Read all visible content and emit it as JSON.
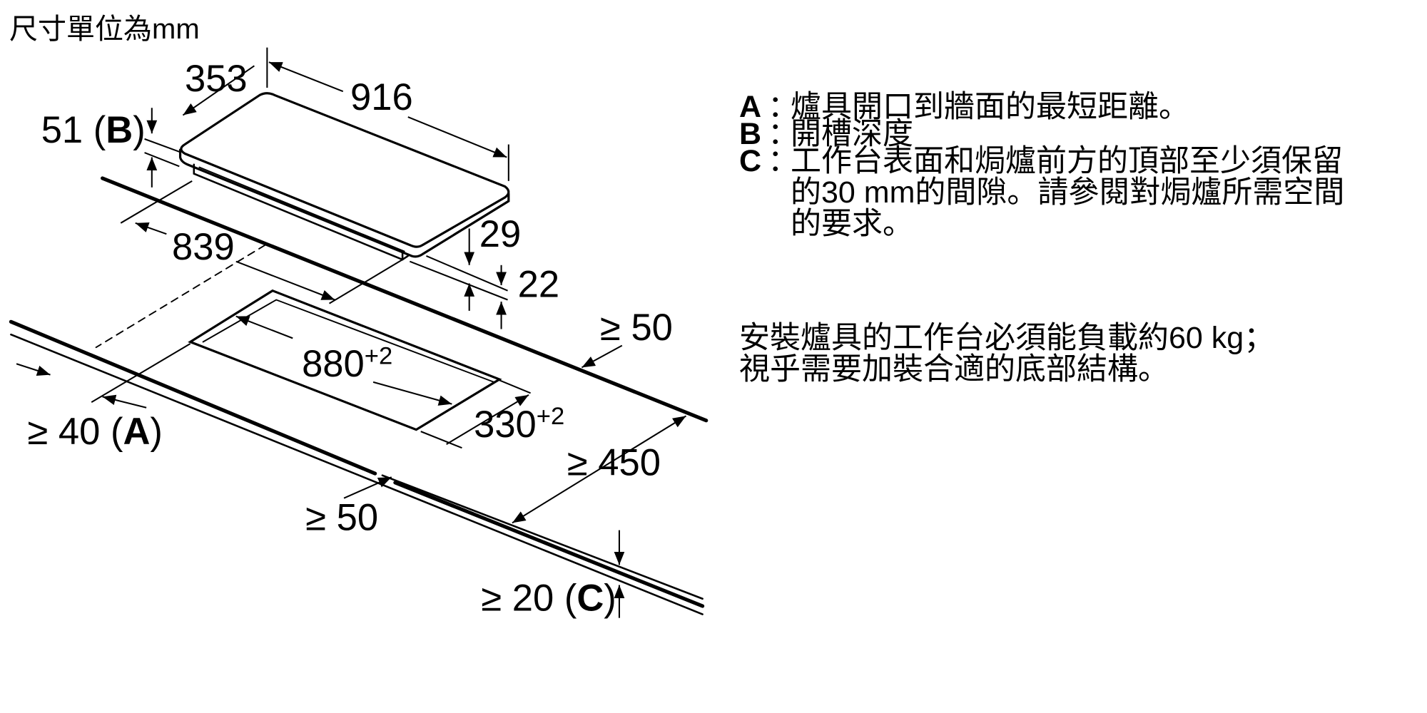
{
  "title": "尺寸單位為mm",
  "dimensions": {
    "d353": "353",
    "d916": "916",
    "d51b_num": "51 (",
    "d51b_key": "B",
    "d51b_end": ")",
    "d839": "839",
    "d29": "29",
    "d22": "22",
    "d50_back": "≥ 50",
    "d880": "880",
    "d880_tol": "+2",
    "d330": "330",
    "d330_tol": "+2",
    "d40a_num": "≥ 40 (",
    "d40a_key": "A",
    "d40a_end": ")",
    "d450": "≥ 450",
    "d50_front": "≥ 50",
    "d20c_num": "≥ 20 (",
    "d20c_key": "C",
    "d20c_end": ")"
  },
  "legend": [
    {
      "key": "A",
      "lines": [
        "爐具開口到牆面的最短距離。"
      ]
    },
    {
      "key": "B",
      "lines": [
        "開槽深度"
      ]
    },
    {
      "key": "C",
      "lines": [
        "工作台表面和焗爐前方的頂部至少須保留",
        "的30 mm的間隙。請參閱對焗爐所需空間",
        "的要求。"
      ]
    }
  ],
  "load_note": [
    "安裝爐具的工作台必須能負載約60 kg；",
    "視乎需要加裝合適的底部結構。"
  ],
  "colon": "："
}
